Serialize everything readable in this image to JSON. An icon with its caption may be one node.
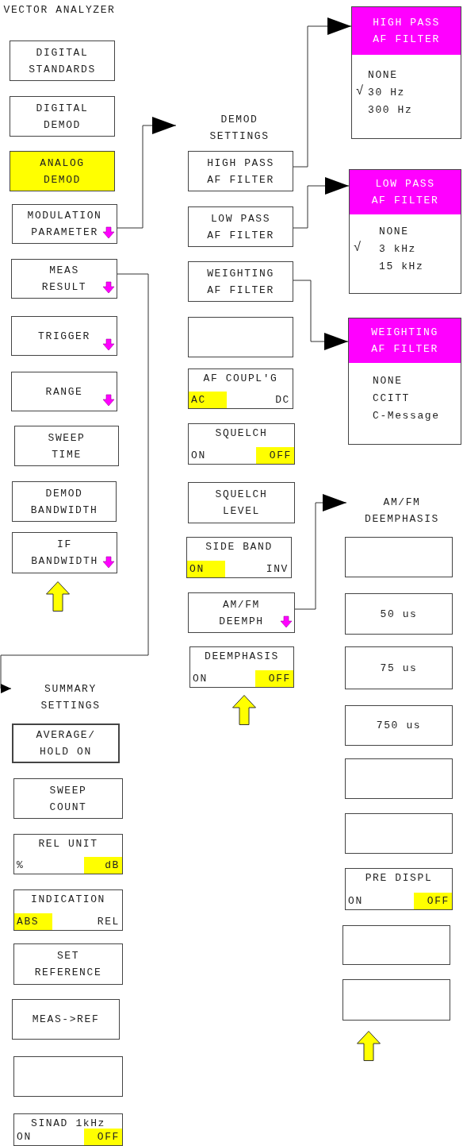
{
  "diagram": {
    "nodes": [
      {
        "text": [
          "DIGITAL STANDARDS"
        ]
      },
      {
        "text": [
          "DIGITAL DEMOD"
        ]
      },
      {
        "text": [
          "ANALOG DEMOD"
        ]
      },
      {
        "text": [
          "MODULATION PARAMETER"
        ]
      },
      {
        "text": [
          "MEAS RESULT"
        ]
      },
      {
        "text": [
          "TRIGGER"
        ]
      },
      {
        "text": [
          "RANGE"
        ]
      },
      {
        "text": [
          "SWEEP TIME"
        ]
      },
      {
        "text": [
          "DEMOD BANDWIDTH"
        ]
      },
      {
        "text": [
          "IF BANDWIDTH"
        ]
      },
      {
        "text": [
          "DEMOD SETTINGS"
        ]
      },
      {
        "text": [
          "HIGH PASS AF FILTER"
        ]
      },
      {
        "text": [
          "LOW PASS AF FILTER"
        ]
      },
      {
        "text": [
          "WEIGHTING AF FILTER"
        ]
      },
      {
        "text": [],
        "shape": "box"
      },
      {
        "text": [
          "AF COUPL'G",
          "AC",
          "DC"
        ]
      },
      {
        "text": [
          "SQUELCH",
          "ON",
          "OFF"
        ]
      },
      {
        "text": [
          "SQUELCH LEVEL"
        ]
      },
      {
        "text": [
          "SIDE BAND",
          "ON",
          "INV"
        ]
      },
      {
        "text": [
          "AM/FM DEEMPH"
        ]
      },
      {
        "text": [
          "DEEMPHASIS",
          "ON",
          "OFF"
        ]
      },
      {
        "text": [
          "HIGH PASS AF FILTER",
          "NONE",
          "√",
          "30 Hz",
          "300 Hz"
        ]
      },
      {
        "text": [
          "LOW PASS AF FILTER",
          "NONE",
          "√",
          "3 kHz",
          "15 kHz"
        ]
      },
      {
        "text": [
          "WEIGHTING AF FILTER",
          "NONE",
          "CCITT",
          "C-Message"
        ]
      },
      {
        "text": [
          "AM/FM DEEMPHASIS"
        ]
      },
      {
        "text": [],
        "shape": "box"
      },
      {
        "text": [
          "50 us"
        ]
      },
      {
        "text": [
          "75 us"
        ]
      },
      {
        "text": [
          "750 us"
        ]
      },
      {
        "text": [],
        "shape": "box"
      },
      {
        "text": [],
        "shape": "box"
      },
      {
        "text": [
          "PRE DISPL",
          "ON",
          "OFF"
        ]
      },
      {
        "text": [],
        "shape": "box"
      },
      {
        "text": [],
        "shape": "box"
      },
      {
        "text": [
          "SUMMARY SETTINGS"
        ]
      },
      {
        "text": [
          "AVERAGE/ HOLD ON"
        ]
      },
      {
        "text": [
          "SWEEP COUNT"
        ]
      },
      {
        "text": [
          "REL UNIT",
          "%",
          "dB"
        ]
      },
      {
        "text": [
          "INDICATION",
          "ABS",
          "REL"
        ]
      },
      {
        "text": [
          "SET REFERENCE"
        ]
      },
      {
        "text": [
          "MEAS->REF"
        ]
      },
      {
        "text": [],
        "shape": "box"
      },
      {
        "text": [
          "SINAD 1kHz",
          "ON",
          "OFF"
        ]
      }
    ],
    "edges": [
      {
        "from": 3,
        "to": 10,
        "arrow": "to"
      },
      {
        "from": 4,
        "to": 34,
        "arrow": "to"
      },
      {
        "from": 11,
        "to": 21,
        "arrow": "to"
      },
      {
        "from": 12,
        "to": 22,
        "arrow": "to"
      },
      {
        "from": 13,
        "to": 23,
        "arrow": "to"
      },
      {
        "from": 19,
        "to": 24,
        "arrow": "to"
      }
    ],
    "labels": [
      "VECTOR ANALYZER"
    ]
  }
}
